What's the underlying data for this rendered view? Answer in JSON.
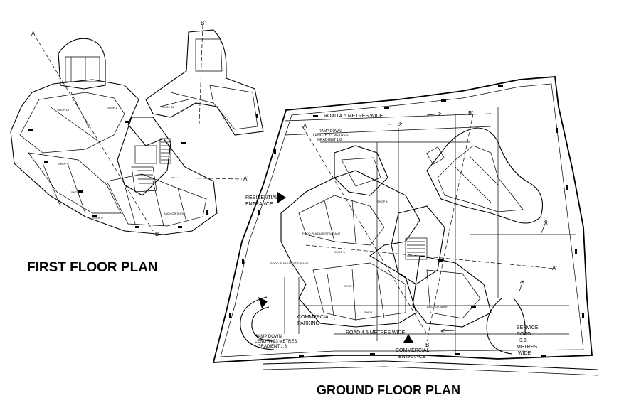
{
  "titles": {
    "first_floor": "FIRST FLOOR PLAN",
    "ground_floor": "GROUND FLOOR PLAN"
  },
  "first_floor_labels": {
    "section_a": "A",
    "section_b": "B",
    "section_b_prime": "B'",
    "section_a_prime": "A'",
    "shop_1": "SHOP 1",
    "shop_5": "SHOP 5",
    "shop_6": "SHOP 6",
    "shop_7": "SHOP 7",
    "shop_10": "SHOP 10",
    "shop_11": "SHOP 11",
    "anchor_shop": "ANCHOR SHOP"
  },
  "ground_floor_labels": {
    "road_top": "ROAD 4.5 METRES WIDE",
    "road_bottom": "ROAD 4.5 METRES WIDE",
    "ramp_top_1": "RAMP DOWN",
    "ramp_top_2": "LENGTH 23 METRES",
    "ramp_top_3": "GRADIENT 1:8",
    "ramp_bottom_1": "RAMP DOWN",
    "ramp_bottom_2": "LENGTH 23 METRES",
    "ramp_bottom_3": "GRADIENT 1:8",
    "residential_1": "RESIDENTIAL",
    "residential_2": "ENTRANCE",
    "commercial_parking_1": "COMMERCIAL",
    "commercial_parking_2": "PARKING",
    "commercial_entrance_1": "COMMERCIAL",
    "commercial_entrance_2": "ENTRANCE",
    "service_1": "SERVICE",
    "service_2": "ROAD",
    "service_3": "3.5",
    "service_4": "METRES",
    "service_5": "WIDE",
    "section_a": "A",
    "section_a_prime": "A'",
    "section_b": "B",
    "section_b_prime": "B'",
    "shop_1": "SHOP 1",
    "shop_2": "SHOP 2",
    "shop_3": "SHOP 3",
    "shop_4": "SHOP 4",
    "anchor_shop": "ANCHOR SHOP",
    "food_plaza": "FOOD PLAZA/RESTAURANT",
    "food_plaza_2": "FOOD PLAZA/RESTAURANT"
  },
  "colors": {
    "background": "#ffffff",
    "ink": "#000000"
  }
}
